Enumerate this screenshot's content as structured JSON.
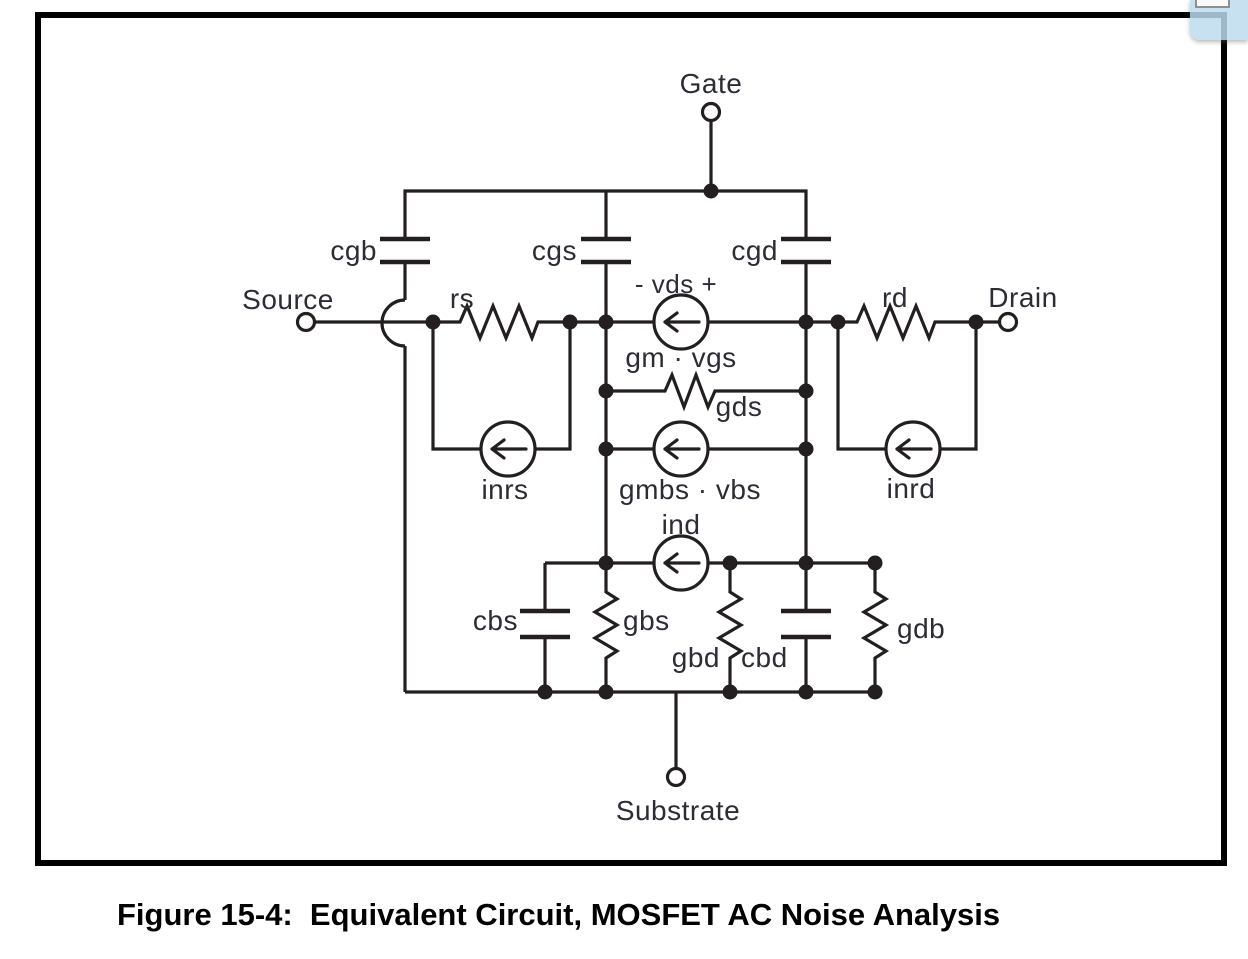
{
  "figure": {
    "caption": "Figure 15-4:  Equivalent Circuit, MOSFET AC Noise Analysis"
  },
  "circuit": {
    "terminals": {
      "gate": "Gate",
      "source": "Source",
      "drain": "Drain",
      "substrate": "Substrate"
    },
    "capacitors": {
      "cgb": "cgb",
      "cgs": "cgs",
      "cgd": "cgd",
      "cbs": "cbs",
      "cbd": "cbd"
    },
    "resistors": {
      "rs": "rs",
      "rd": "rd",
      "gds": "gds",
      "gbs": "gbs",
      "gbd": "gbd",
      "gdb": "gdb"
    },
    "sources": {
      "gm_vgs": "gm · vgs",
      "gmbs_vbs": "gmbs · vbs",
      "ind": "ind",
      "inrs": "inrs",
      "inrd": "inrd"
    },
    "annotations": {
      "vds": "- vds +"
    }
  },
  "colors": {
    "wire": "#231f20",
    "label": "#2c2c35",
    "caption": "#000000",
    "overlay_fill": "#bedbee"
  }
}
